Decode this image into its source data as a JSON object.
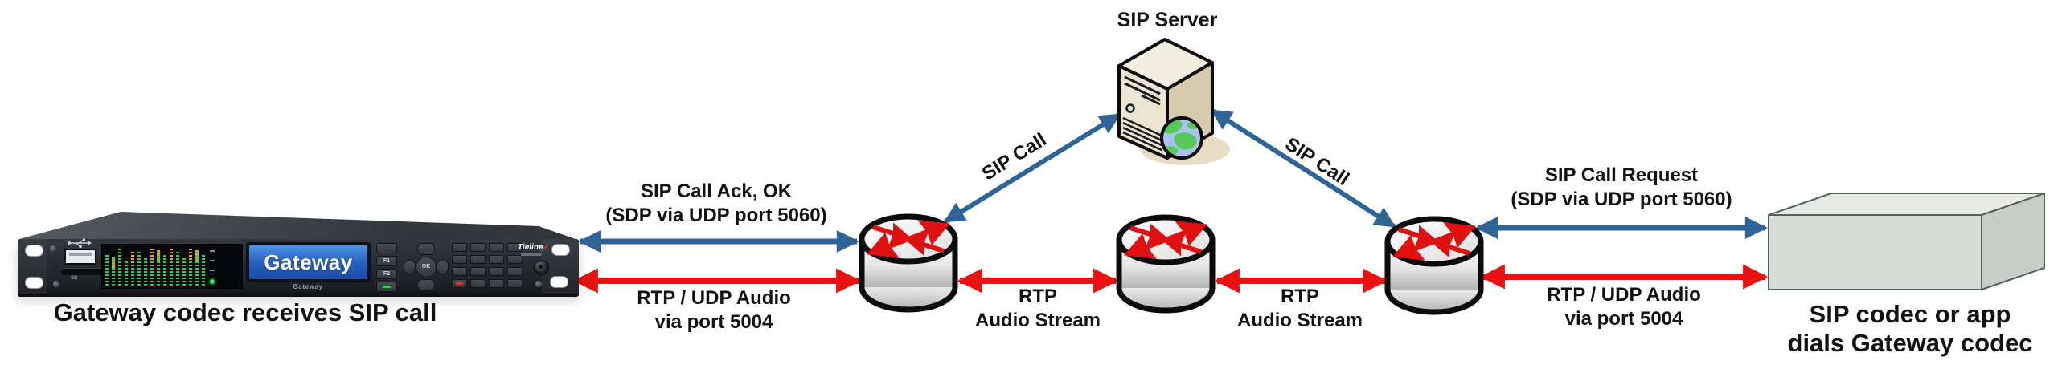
{
  "colors": {
    "sip_blue": "#2e6496",
    "rtp_red": "#ec1111",
    "label_text": "#111111"
  },
  "icons": {
    "tieline_check": "✔"
  },
  "sip_server": {
    "label": "SIP Server"
  },
  "gateway_device": {
    "caption": "Gateway codec receives SIP call",
    "screen_text": "Gateway",
    "panel_logo": "Gateway",
    "brand": "Tieline",
    "sd_label": "SD",
    "keys": {
      "f1": "F1",
      "f2": "F2",
      "ok": "OK"
    }
  },
  "sip_endpoint": {
    "caption_line1": "SIP codec or app",
    "caption_line2": "dials Gateway codec"
  },
  "links": {
    "gw_sip": {
      "line1": "SIP Call Ack, OK",
      "line2": "(SDP via UDP port 5060)"
    },
    "gw_rtp": {
      "line1": "RTP / UDP Audio",
      "line2": "via port 5004"
    },
    "server_left": {
      "label": "SIP Call"
    },
    "server_right": {
      "label": "SIP Call"
    },
    "rtp_mid_left": {
      "line1": "RTP",
      "line2": "Audio Stream"
    },
    "rtp_mid_right": {
      "line1": "RTP",
      "line2": "Audio Stream"
    },
    "endpoint_sip": {
      "line1": "SIP Call Request",
      "line2": "(SDP via UDP port 5060)"
    },
    "endpoint_rtp": {
      "line1": "RTP / UDP Audio",
      "line2": "via port 5004"
    }
  }
}
